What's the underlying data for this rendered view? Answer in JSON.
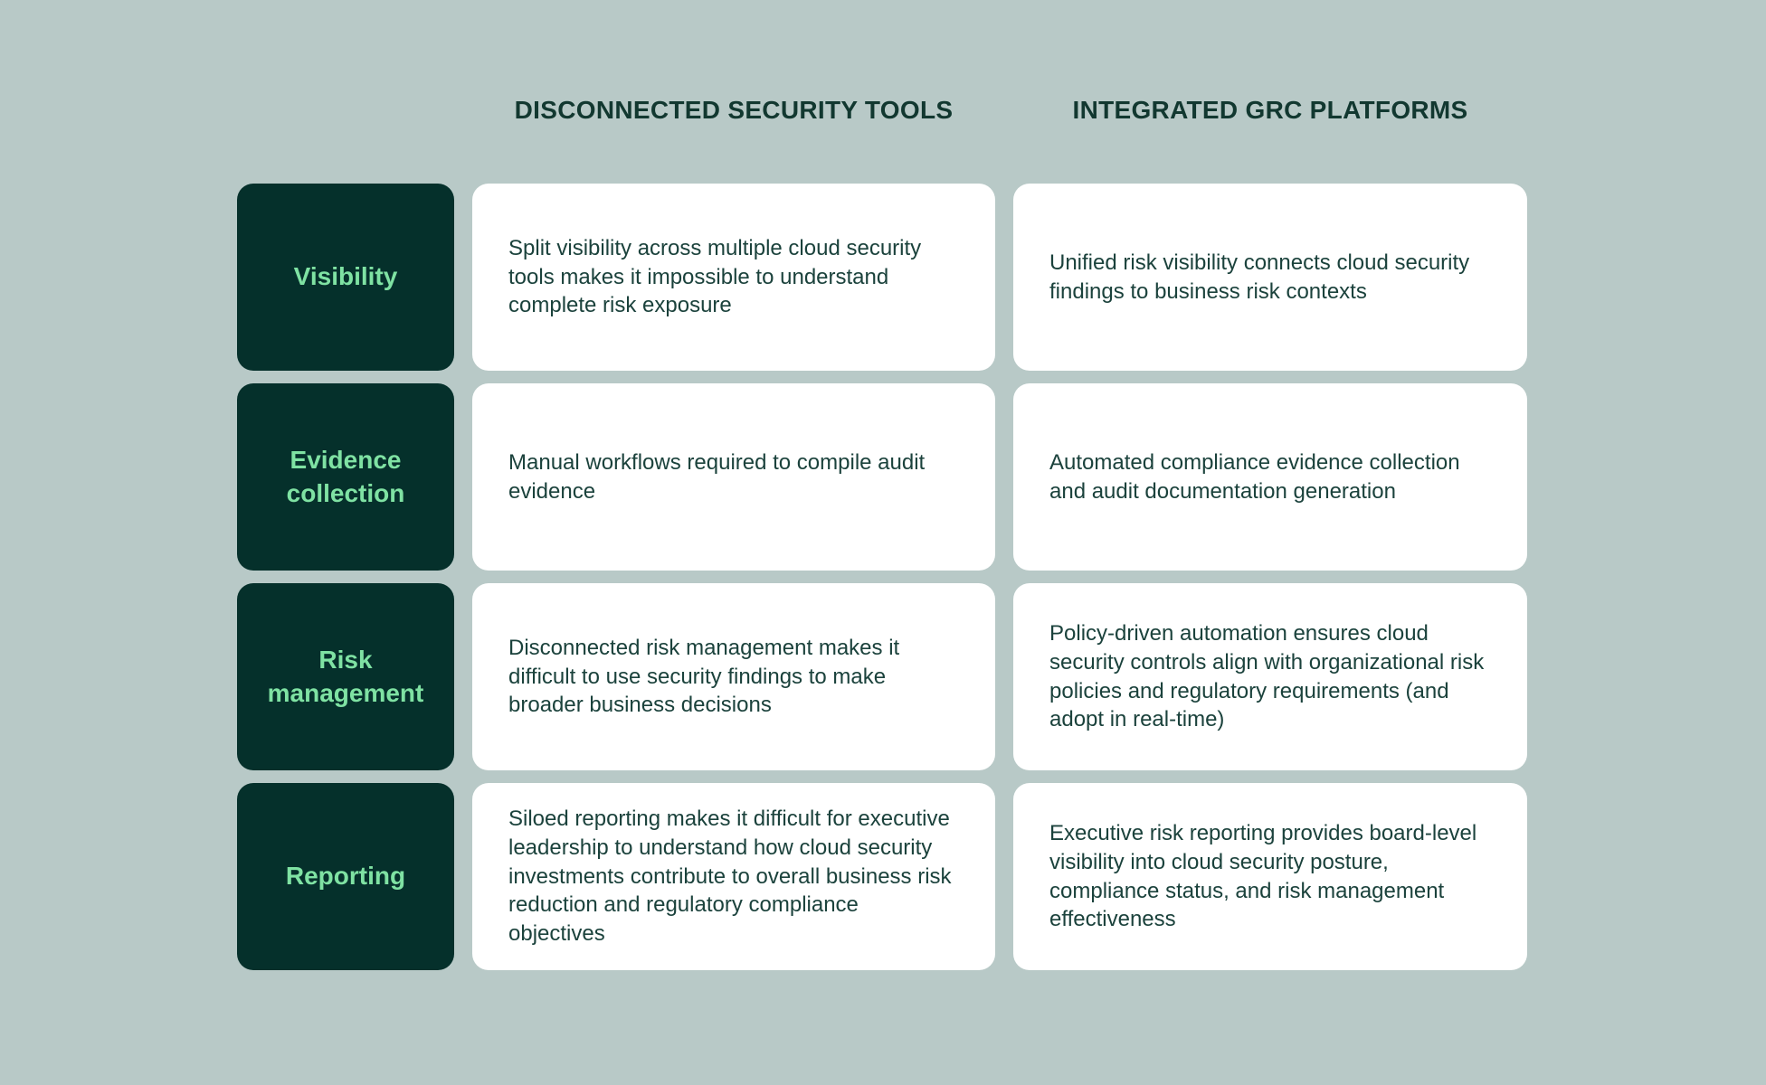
{
  "page": {
    "background_color": "#b8c9c7",
    "card_background_color": "#ffffff",
    "row_label_background_color": "#05302b",
    "row_label_text_color": "#7fe2a3",
    "header_text_color": "#123830",
    "body_text_color": "#1b423c"
  },
  "headers": {
    "disconnected": "DISCONNECTED SECURITY TOOLS",
    "integrated": "INTEGRATED GRC PLATFORMS"
  },
  "rows": [
    {
      "label": "Visibility",
      "disconnected": "Split visibility across multiple cloud security tools makes it impossible to understand complete risk exposure",
      "integrated": "Unified risk visibility connects cloud security findings to business risk contexts"
    },
    {
      "label": "Evidence collection",
      "disconnected": "Manual workflows required to compile audit evidence",
      "integrated": "Automated compliance evidence collection and audit documentation generation"
    },
    {
      "label": "Risk management",
      "disconnected": "Disconnected risk management makes it difficult to use security findings to make broader business decisions",
      "integrated": "Policy-driven automation ensures cloud security controls align with organizational risk policies and regulatory requirements (and adopt in real-time)"
    },
    {
      "label": "Reporting",
      "disconnected": "Siloed reporting makes it difficult for executive leadership to understand how cloud security investments contribute to overall business risk reduction and regulatory compliance objectives",
      "integrated": "Executive risk reporting provides board-level visibility into cloud security posture, compliance status, and risk management effectiveness"
    }
  ]
}
